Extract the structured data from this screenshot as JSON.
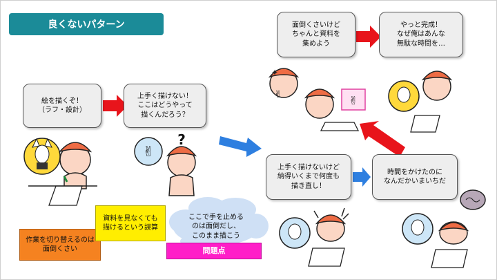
{
  "title": "良くないパターン",
  "boxes": {
    "step1": "絵を描くぞ！\n（ラフ・設計）",
    "step2": "上手く描けない！\nここはどうやって\n描くんだろう？",
    "step3": "面倒くさいけど\nちゃんと資料を\n集めよう",
    "step4": "やっと完成！\nなぜ俺はあんな\n無駄な時間を…",
    "step5": "上手く描けないけど\n納得いくまで何度も\n描き直し！",
    "step6": "時間をかけたのに\nなんだかいまいちだ"
  },
  "notes": {
    "switch_work": "作業を切り替えるのは\n面倒くさい",
    "no_reference": "資料を見なくても\n描けるという誤算",
    "stop_hands": "ここで手を止める\nのは面倒だし、\nこのまま描こう",
    "problem": "問題点"
  },
  "colors": {
    "title_bg": "#1b8b98",
    "red_arrow": "#e8141b",
    "blue_arrow": "#2e7fe0",
    "orange_note": "#f58220",
    "yellow_note": "#ffee00",
    "magenta_label": "#ff1ec8",
    "cloud": "#cfe0f5"
  }
}
